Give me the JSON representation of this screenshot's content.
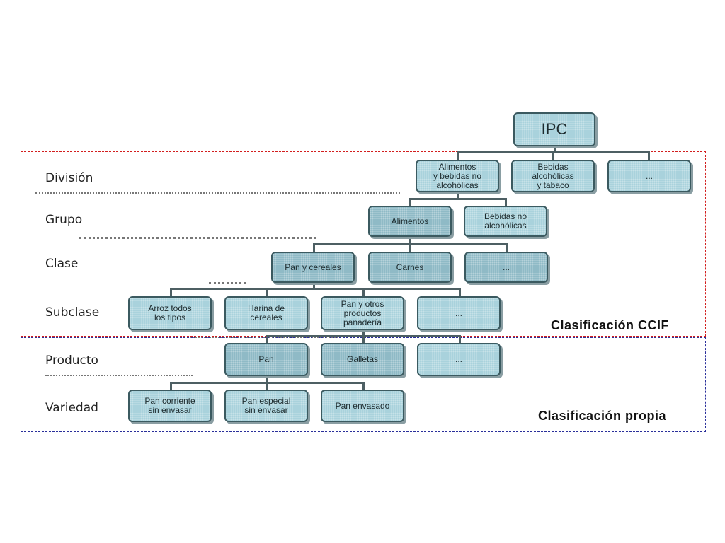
{
  "levels": {
    "division": "División",
    "grupo": "Grupo",
    "clase": "Clase",
    "subclase": "Subclase",
    "producto": "Producto",
    "variedad": "Variedad"
  },
  "nodes": {
    "ipc": "IPC",
    "div_alimentos": "Alimentos\ny bebidas no\nalcohólicas",
    "div_bebidas_alc": "Bebidas alcohólicas\ny tabaco",
    "div_more": "...",
    "grp_alimentos": "Alimentos",
    "grp_bebidas": "Bebidas no\nalcohólicas",
    "cls_pan": "Pan y cereales",
    "cls_carnes": "Carnes",
    "cls_more": "...",
    "sub_arroz": "Arroz todos\nlos tipos",
    "sub_harina": "Harina de\ncereales",
    "sub_pan_otros": "Pan y otros\nproductos\npanadería",
    "sub_more": "...",
    "prod_pan": "Pan",
    "prod_galletas": "Galletas",
    "prod_more": "...",
    "var_corriente": "Pan corriente\nsin envasar",
    "var_especial": "Pan especial\nsin envasar",
    "var_envasado": "Pan envasado"
  },
  "classifications": {
    "ccif": "Clasificación CCIF",
    "propia": "Clasificación propia"
  },
  "colors": {
    "box_fill": "#a9d2dc",
    "box_border": "#3b5a60",
    "ccif_frame": "#d21e1e",
    "propia_frame": "#2a2f9a"
  }
}
